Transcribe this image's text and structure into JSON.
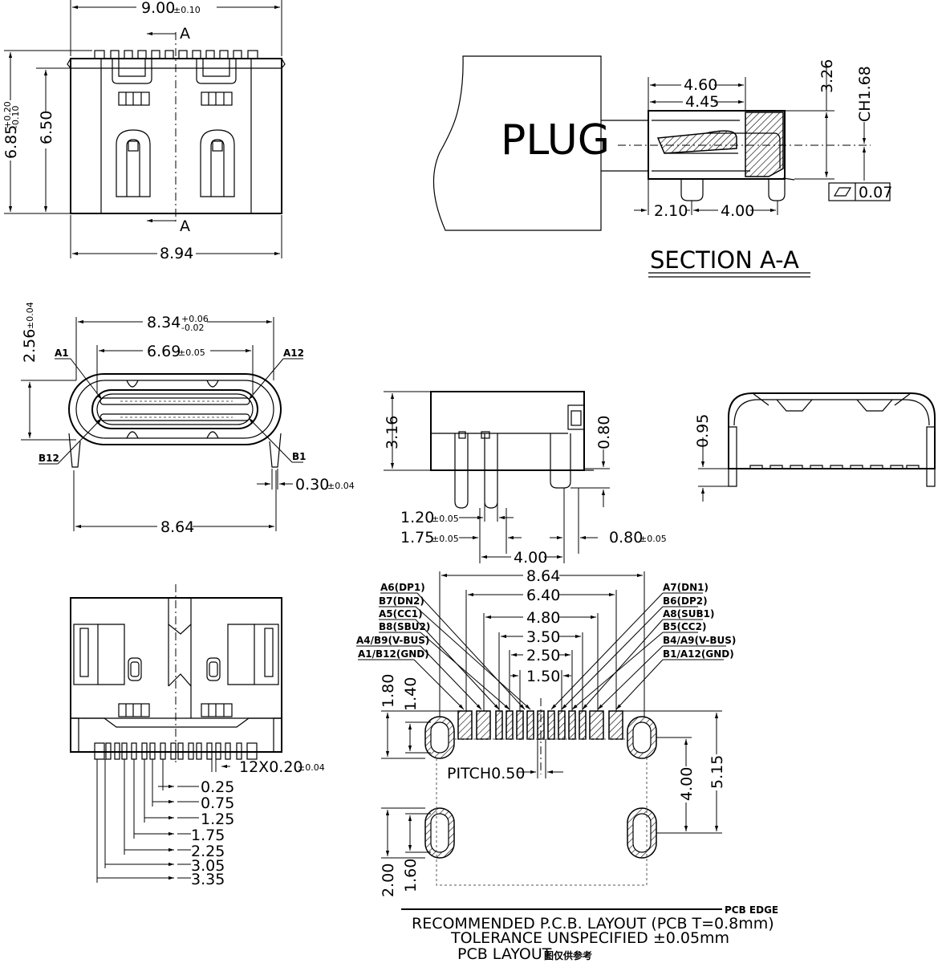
{
  "top_view": {
    "dim_width_top": "9.00",
    "dim_width_top_tol": "±0.10",
    "dim_width_bottom": "8.94",
    "dim_height_outer": "6.85",
    "dim_height_outer_tol_plus": "+0.20",
    "dim_height_outer_tol_minus": "-0.10",
    "dim_height_inner": "6.50",
    "section_marker": "A"
  },
  "section": {
    "plug_label": "PLUG",
    "dim_460": "4.60",
    "dim_445": "4.45",
    "dim_326": "3.26",
    "dim_ch168": "CH1.68",
    "dim_210": "2.10",
    "dim_400": "4.00",
    "flatness_value": "0.07",
    "title": "SECTION A-A"
  },
  "front_view": {
    "dim_834": "8.34",
    "dim_834_tol_plus": "+0.06",
    "dim_834_tol_minus": "-0.02",
    "dim_669": "6.69",
    "dim_669_tol": "±0.05",
    "dim_256": "2.56",
    "dim_256_tol": "±0.04",
    "dim_864": "8.64",
    "dim_030": "0.30",
    "dim_030_tol": "±0.04",
    "label_a1": "A1",
    "label_a12": "A12",
    "label_b12": "B12",
    "label_b1": "B1"
  },
  "side_view": {
    "dim_316": "3.16",
    "dim_080_v": "0.80",
    "dim_120": "1.20",
    "dim_120_tol": "±0.05",
    "dim_175": "1.75",
    "dim_175_tol": "±0.05",
    "dim_080_h": "0.80",
    "dim_080_h_tol": "±0.05",
    "dim_400": "4.00"
  },
  "rear_view": {
    "dim_095": "0.95"
  },
  "bottom_view": {
    "dim_pins": "12X0.20",
    "dim_pins_tol": "±0.04",
    "offsets": [
      "0.25",
      "0.75",
      "1.25",
      "1.75",
      "2.25",
      "3.05",
      "3.35"
    ]
  },
  "pcb_layout": {
    "dim_864": "8.64",
    "dim_640": "6.40",
    "dim_480": "4.80",
    "dim_350": "3.50",
    "dim_250": "2.50",
    "dim_150": "1.50",
    "dim_180": "1.80",
    "dim_140": "1.40",
    "dim_515": "5.15",
    "dim_400": "4.00",
    "dim_200": "2.00",
    "dim_160": "1.60",
    "pitch": "PITCH0.50",
    "pin_labels_left": [
      "A6(DP1)",
      "B7(DN2)",
      "A5(CC1)",
      "B8(SBU2)",
      "A4/B9(V-BUS)",
      "A1/B12(GND)"
    ],
    "pin_labels_right": [
      "A7(DN1)",
      "B6(DP2)",
      "A8(SUB1)",
      "B5(CC2)",
      "B4/A9(V-BUS)",
      "B1/A12(GND)"
    ],
    "pcb_edge": "PCB EDGE",
    "note_1": "RECOMMENDED  P.C.B.  LAYOUT   (PCB  T=0.8mm)",
    "note_2": "TOLERANCE  UNSPECIFIED  ±0.05mm",
    "note_3": "PCB  LAYOUT",
    "note_3_cn": "图仅供参考"
  }
}
